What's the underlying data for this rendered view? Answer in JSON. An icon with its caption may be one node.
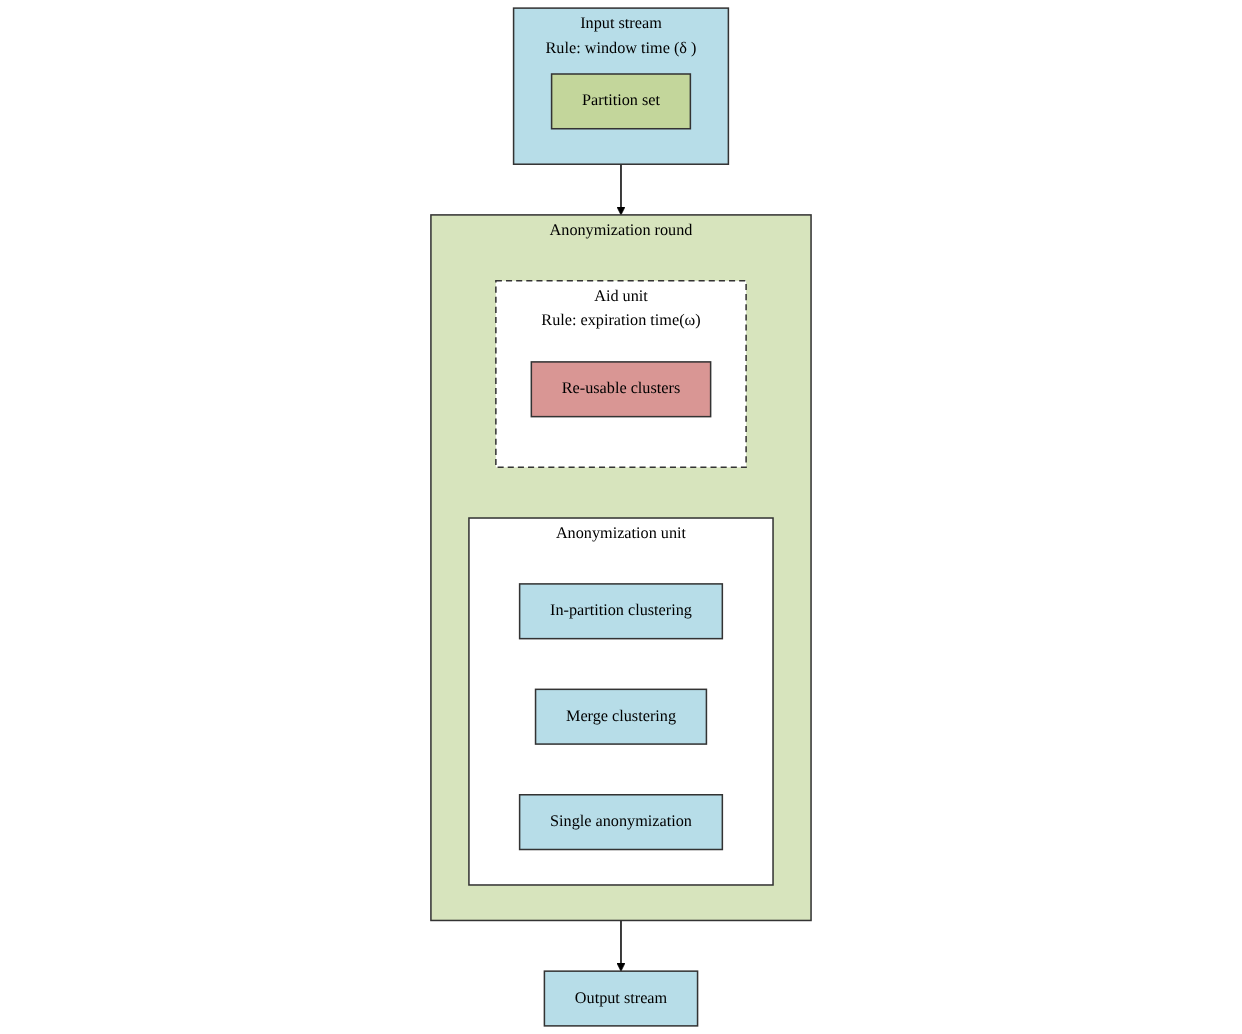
{
  "diagram": {
    "nodes": [
      {
        "text": [
          "Input stream",
          "Rule: window time (δ )"
        ]
      },
      {
        "text": [
          "Partition set"
        ],
        "in": 0
      },
      {
        "text": [
          "Anonymization round"
        ]
      },
      {
        "text": [
          "Anonymization unit"
        ],
        "in": 2
      },
      {
        "text": [
          "In-partition clustering"
        ],
        "in": 3
      },
      {
        "text": [
          "Merge clustering"
        ],
        "in": 3
      },
      {
        "text": [
          "Single anonymization"
        ],
        "in": 3
      },
      {
        "text": [
          "Aid unit",
          "Rule: expiration time(ω)"
        ],
        "in": 2
      },
      {
        "text": [
          "Re-usable clusters"
        ],
        "in": 7
      },
      {
        "text": [
          "Output stream"
        ]
      }
    ],
    "edges": [
      {
        "from": 0,
        "to": 2,
        "arrow": "to"
      },
      {
        "from": 2,
        "to": 9,
        "arrow": "to"
      }
    ]
  }
}
